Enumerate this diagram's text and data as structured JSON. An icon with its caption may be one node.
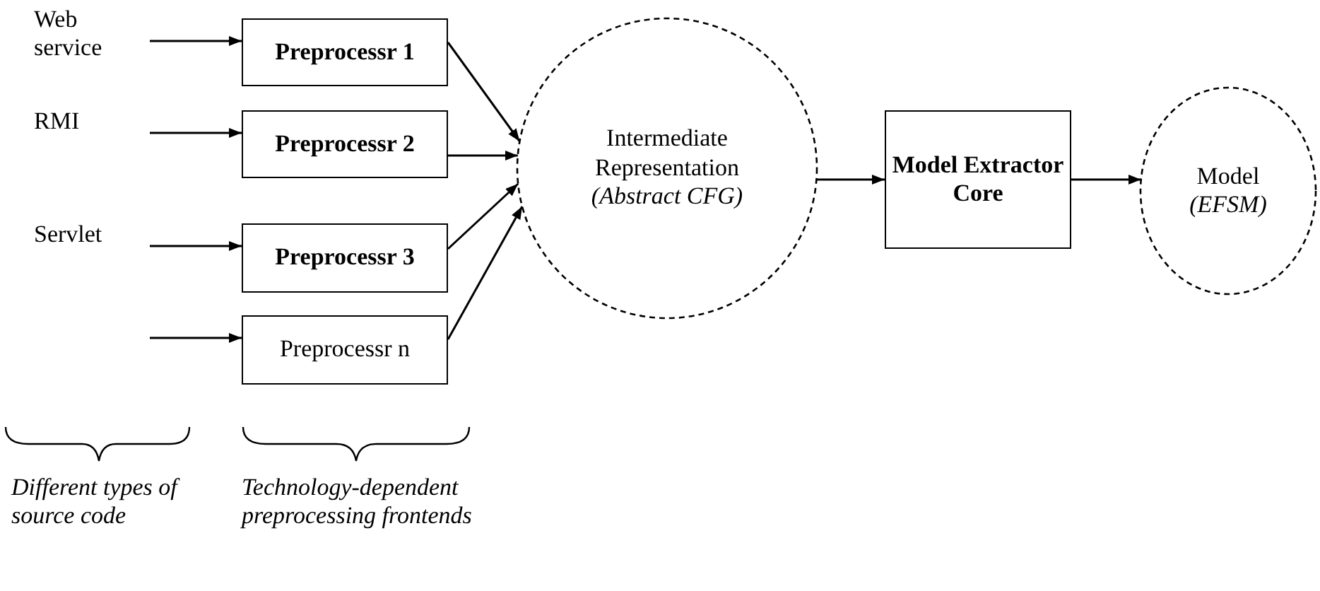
{
  "diagram": {
    "nodes": [
      {
        "text": [
          "Web service"
        ]
      },
      {
        "text": [
          "RMI"
        ]
      },
      {
        "text": [
          "Servlet"
        ]
      },
      {
        "text": [
          "Preprocessr 1"
        ]
      },
      {
        "text": [
          "Preprocessr 2"
        ]
      },
      {
        "text": [
          "Preprocessr 3"
        ]
      },
      {
        "text": [
          "Preprocessr n"
        ]
      },
      {
        "text": [
          "Intermediate Representation",
          "(Abstract CFG)"
        ]
      },
      {
        "text": [
          "Model Extractor Core"
        ]
      },
      {
        "text": [
          "Model",
          "(EFSM)"
        ]
      }
    ],
    "edges": [
      {
        "from": 0,
        "to": 3,
        "arrow": "to"
      },
      {
        "from": 1,
        "to": 4,
        "arrow": "to"
      },
      {
        "from": 2,
        "to": 5,
        "arrow": "to"
      },
      {
        "from": null,
        "to": 6,
        "arrow": "to"
      },
      {
        "from": 3,
        "to": 7,
        "arrow": "to"
      },
      {
        "from": 4,
        "to": 7,
        "arrow": "to"
      },
      {
        "from": 5,
        "to": 7,
        "arrow": "to"
      },
      {
        "from": 6,
        "to": 7,
        "arrow": "to"
      },
      {
        "from": 7,
        "to": 8,
        "arrow": "to"
      },
      {
        "from": 8,
        "to": 9,
        "arrow": "to"
      }
    ],
    "labels": [
      "Different types of source code",
      "Technology-dependent preprocessing frontends"
    ]
  }
}
